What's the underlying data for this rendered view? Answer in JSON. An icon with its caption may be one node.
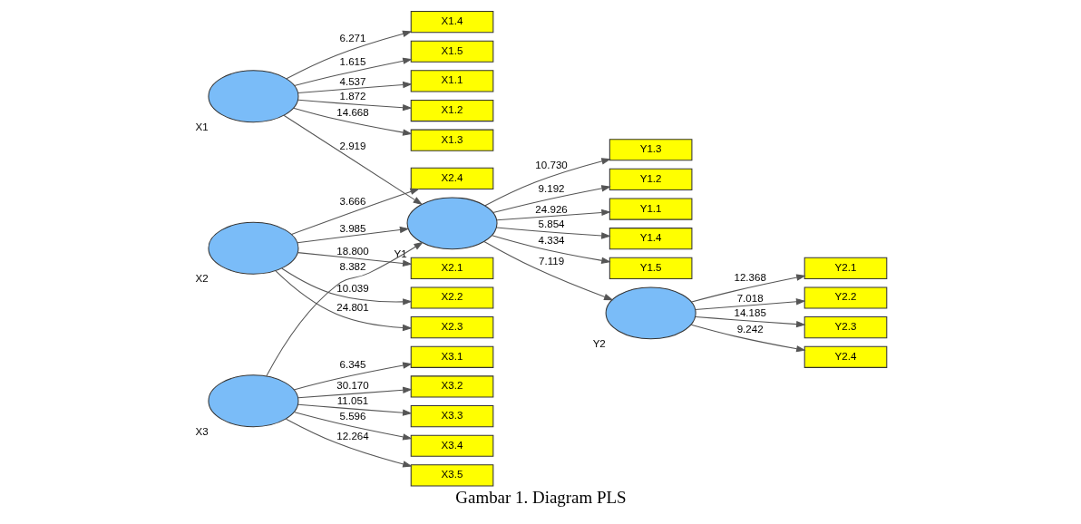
{
  "diagram": {
    "caption": "Gambar 1. Diagram PLS",
    "nodes": [
      {
        "text": [
          "X1.1"
        ]
      },
      {
        "text": [
          "X1.2"
        ]
      },
      {
        "text": [
          "X1.3"
        ]
      },
      {
        "text": [
          "X1.4"
        ]
      },
      {
        "text": [
          "X1.5"
        ]
      },
      {
        "text": [
          "X1"
        ]
      },
      {
        "text": [
          "X2.1"
        ]
      },
      {
        "text": [
          "X2.2"
        ]
      },
      {
        "text": [
          "X2.3"
        ]
      },
      {
        "text": [
          "X2.4"
        ]
      },
      {
        "text": [
          "X2"
        ]
      },
      {
        "text": [
          "X3.1"
        ]
      },
      {
        "text": [
          "X3.2"
        ]
      },
      {
        "text": [
          "X3.3"
        ]
      },
      {
        "text": [
          "X3.4"
        ]
      },
      {
        "text": [
          "X3.5"
        ]
      },
      {
        "text": [
          "X3"
        ]
      },
      {
        "text": [
          "Y1.3"
        ]
      },
      {
        "text": [
          "Y1.2"
        ]
      },
      {
        "text": [
          "Y1.1"
        ]
      },
      {
        "text": [
          "Y1"
        ]
      },
      {
        "text": [
          "Y1.4"
        ]
      },
      {
        "text": [
          "Y1.5"
        ]
      },
      {
        "text": [
          "Y2.1"
        ]
      },
      {
        "text": [
          "Y2.2"
        ]
      },
      {
        "text": [
          "Y2.3"
        ]
      },
      {
        "text": [
          "Y2.4"
        ]
      },
      {
        "text": [
          "Y2"
        ]
      }
    ],
    "edges": [
      {
        "from": 5,
        "to": 0,
        "arrow": "to",
        "label": "4.537"
      },
      {
        "from": 5,
        "to": 1,
        "arrow": "to",
        "label": "1.872"
      },
      {
        "from": 5,
        "to": 2,
        "arrow": "to",
        "label": "14.668"
      },
      {
        "from": 5,
        "to": 3,
        "arrow": "to",
        "label": "6.271"
      },
      {
        "from": 5,
        "to": 4,
        "arrow": "to",
        "label": "1.615"
      },
      {
        "from": 10,
        "to": 6,
        "arrow": "to",
        "label": "18.800"
      },
      {
        "from": 10,
        "to": 7,
        "arrow": "to",
        "label": "10.039"
      },
      {
        "from": 10,
        "to": 8,
        "arrow": "to",
        "label": "24.801"
      },
      {
        "from": 10,
        "to": 9,
        "arrow": "to",
        "label": "3.666"
      },
      {
        "from": 16,
        "to": 11,
        "arrow": "to",
        "label": "6.345"
      },
      {
        "from": 16,
        "to": 12,
        "arrow": "to",
        "label": "30.170"
      },
      {
        "from": 16,
        "to": 13,
        "arrow": "to",
        "label": "11.051"
      },
      {
        "from": 16,
        "to": 14,
        "arrow": "to",
        "label": "5.596"
      },
      {
        "from": 16,
        "to": 15,
        "arrow": "to",
        "label": "12.264"
      },
      {
        "from": 5,
        "to": 20,
        "arrow": "to",
        "label": "2.919"
      },
      {
        "from": 10,
        "to": 20,
        "arrow": "to",
        "label": "3.985"
      },
      {
        "from": 16,
        "to": 20,
        "arrow": "to",
        "label": "8.382"
      },
      {
        "from": 20,
        "to": 17,
        "arrow": "to",
        "label": "10.730"
      },
      {
        "from": 20,
        "to": 18,
        "arrow": "to",
        "label": "9.192"
      },
      {
        "from": 20,
        "to": 19,
        "arrow": "to",
        "label": "24.926"
      },
      {
        "from": 20,
        "to": 21,
        "arrow": "to",
        "label": "5.854"
      },
      {
        "from": 20,
        "to": 22,
        "arrow": "to",
        "label": "4.334"
      },
      {
        "from": 20,
        "to": 27,
        "arrow": "to",
        "label": "7.119"
      },
      {
        "from": 27,
        "to": 23,
        "arrow": "to",
        "label": "12.368"
      },
      {
        "from": 27,
        "to": 24,
        "arrow": "to",
        "label": "7.018"
      },
      {
        "from": 27,
        "to": 25,
        "arrow": "to",
        "label": "14.185"
      },
      {
        "from": 27,
        "to": 26,
        "arrow": "to",
        "label": "9.242"
      }
    ]
  }
}
